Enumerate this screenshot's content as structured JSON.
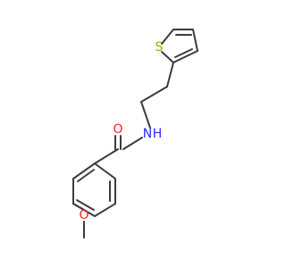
{
  "molecule": {
    "atom_labels": {
      "sulfur": "S",
      "nitrogen": "N",
      "hydrogen": "H",
      "carbonyl_oxygen": "O",
      "ether_oxygen": "O"
    },
    "colors": {
      "bond": "#3c3c3c",
      "sulfur": "#b5a000",
      "nitrogen": "#2b2bff",
      "oxygen": "#ff2020"
    }
  }
}
